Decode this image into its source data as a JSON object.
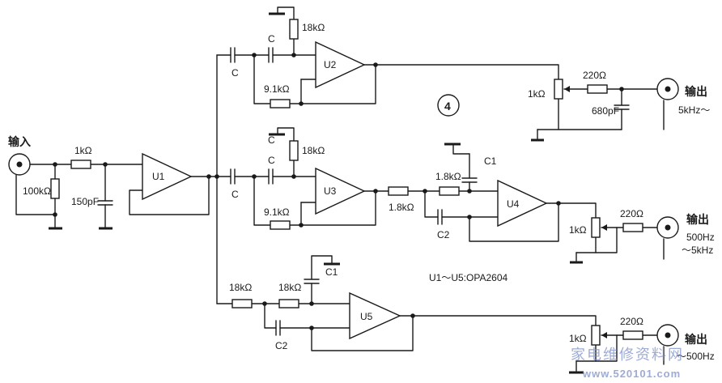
{
  "circuit": {
    "input_label": "输入",
    "figure_number": "4",
    "ic_note": "U1～U5:OPA2604",
    "input_stage": {
      "r_series": "1kΩ",
      "r_shunt": "100kΩ",
      "c_shunt": "150pF",
      "op_amp": "U1"
    },
    "branch_high": {
      "c1": "C",
      "c2": "C",
      "r_top": "18kΩ",
      "r_fb": "9.1kΩ",
      "op_amp": "U2",
      "pot": "1kΩ",
      "r_out": "220Ω",
      "c_out": "680pF",
      "out_label": "输出",
      "out_range": "5kHz～"
    },
    "branch_mid": {
      "c1": "C",
      "c2": "C",
      "c3": "C",
      "r_top": "18kΩ",
      "r_fb": "9.1kΩ",
      "op_amp_a": "U3",
      "r_link": "1.8kΩ",
      "r_lp": "1.8kΩ",
      "cap_c1": "C1",
      "cap_c2": "C2",
      "op_amp_b": "U4",
      "pot": "1kΩ",
      "r_out": "220Ω",
      "out_label": "输出",
      "out_range_1": "500Hz",
      "out_range_2": "～5kHz"
    },
    "branch_low": {
      "r1": "18kΩ",
      "r2": "18kΩ",
      "cap_c1": "C1",
      "cap_c2": "C2",
      "op_amp": "U5",
      "pot": "1kΩ",
      "r_out": "220Ω",
      "out_label": "输出",
      "out_range": "～500Hz"
    },
    "watermark": {
      "cn": "家电维修资料网",
      "url": "www.520101.com"
    }
  }
}
